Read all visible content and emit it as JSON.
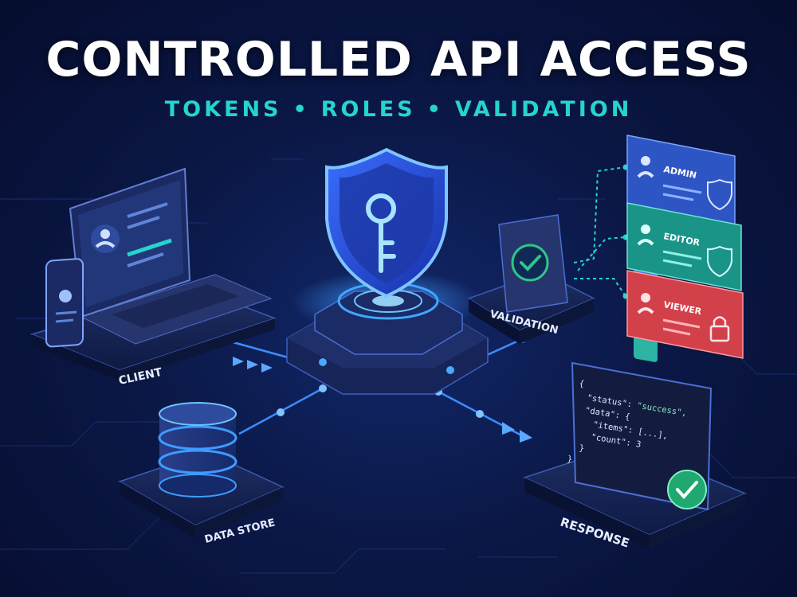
{
  "header": {
    "title": "CONTROLLED API ACCESS",
    "subtitle_parts": [
      "TOKENS",
      "ROLES",
      "VALIDATION"
    ],
    "separator": "•"
  },
  "nodes": {
    "client": "CLIENT",
    "validation": "VALIDATION",
    "data_store": "DATA STORE",
    "response": "RESPONSE"
  },
  "roles": [
    {
      "label": "ADMIN",
      "color": "#2e55c4",
      "icon": "shield-heart-icon"
    },
    {
      "label": "EDITOR",
      "color": "#1b9488",
      "icon": "shield-check-icon"
    },
    {
      "label": "VIEWER",
      "color": "#d2404a",
      "icon": "lock-icon"
    }
  ],
  "response_code": {
    "open": "{",
    "status_key": "\"status\": ",
    "status_val": "\"success\",",
    "data_key": "\"data\": {",
    "items_key": "\"items\": [...],",
    "count_key": "\"count\": 3",
    "inner_close": "}",
    "close": "}"
  },
  "colors": {
    "accent_cyan": "#25d4cf",
    "glow_blue": "#3b8dff",
    "success_green": "#2fc48a",
    "background": "#0b1847"
  }
}
